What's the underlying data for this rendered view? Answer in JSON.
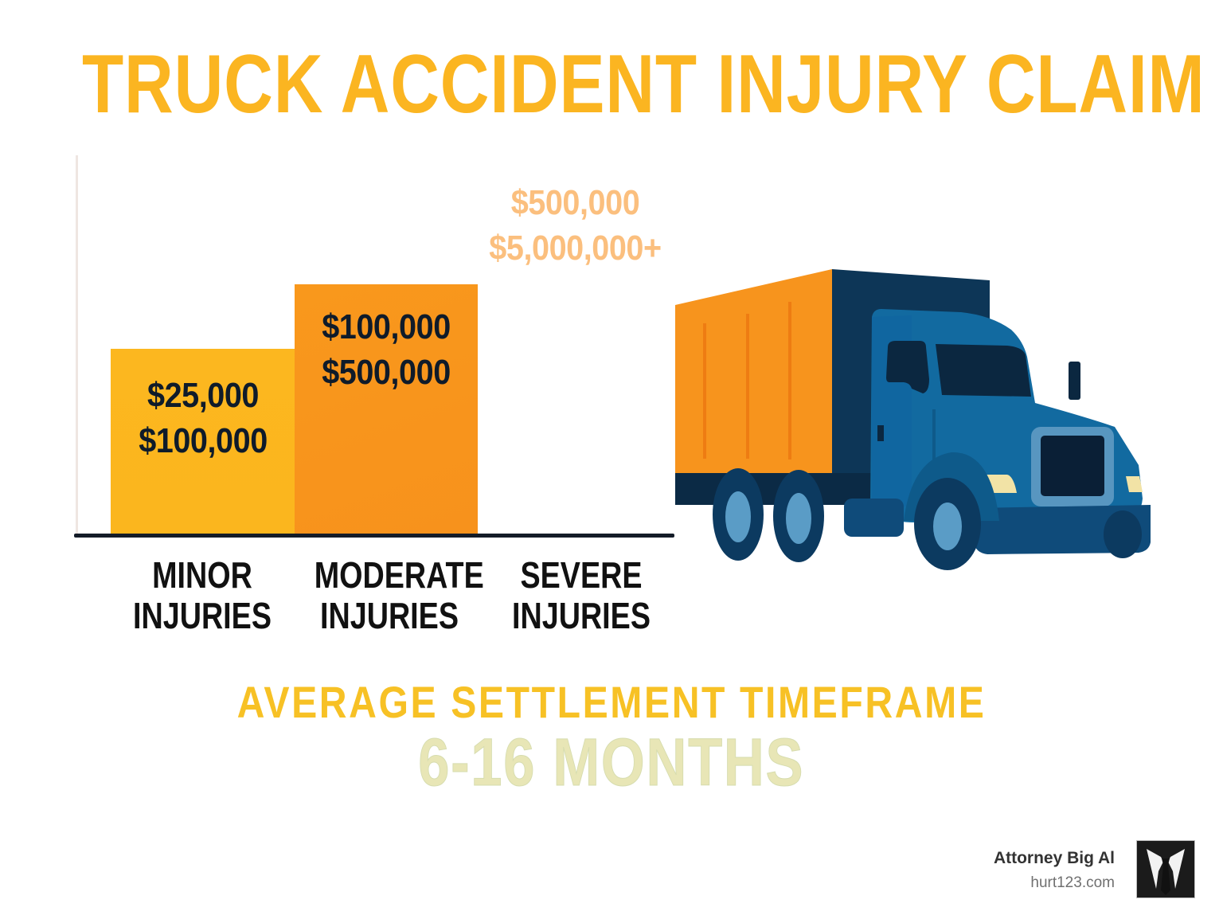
{
  "header": {
    "title": "TRUCK ACCIDENT INJURY CLAIM"
  },
  "chart_data": {
    "type": "bar",
    "title": "TRUCK ACCIDENT INJURY CLAIM",
    "xlabel": "",
    "ylabel": "",
    "grid": false,
    "legend": "none",
    "categories": [
      "MINOR INJURIES",
      "MODERATE INJURIES",
      "SEVERE INJURIES"
    ],
    "ranges": [
      {
        "category": "MINOR INJURIES",
        "low": 25000,
        "high": 100000,
        "label_low": "$25,000",
        "label_high": "$100,000",
        "color": "#fbb520"
      },
      {
        "category": "MODERATE INJURIES",
        "low": 100000,
        "high": 500000,
        "label_low": "$100,000",
        "label_high": "$500,000",
        "color": "#f7941d"
      },
      {
        "category": "SEVERE INJURIES",
        "low": 500000,
        "high": 5000000,
        "label_low": "$500,000",
        "label_high": "$5,000,000+",
        "color": "#fbbf7e"
      }
    ],
    "values": [
      100000,
      500000,
      5000000
    ],
    "annotations": [
      "AVERAGE SETTLEMENT TIMEFRAME",
      "6-16 MONTHS"
    ]
  },
  "bars": [
    {
      "name": "minor",
      "line1": "$25,000",
      "line2": "$100,000",
      "cat1": "MINOR",
      "cat2": "INJURIES",
      "color": "#fbb520"
    },
    {
      "name": "moderate",
      "line1": "$100,000",
      "line2": "$500,000",
      "cat1": "MODERATE",
      "cat2": "INJURIES",
      "color": "#f7941d"
    },
    {
      "name": "severe",
      "line1": "$500,000",
      "line2": "$5,000,000+",
      "cat1": "SEVERE",
      "cat2": "INJURIES",
      "color": "#fbbf7e"
    }
  ],
  "timeframe": {
    "title": "AVERAGE SETTLEMENT TIMEFRAME",
    "value": "6-16 MONTHS"
  },
  "brand": {
    "name": "Attorney Big Al",
    "url": "hurt123.com",
    "logo_icon": "suit-tie-icon"
  },
  "illustration": {
    "icon": "truck-icon",
    "cargo_color": "#f7941d",
    "cab_color": "#0e6699",
    "dark_color": "#0b2f4d"
  }
}
